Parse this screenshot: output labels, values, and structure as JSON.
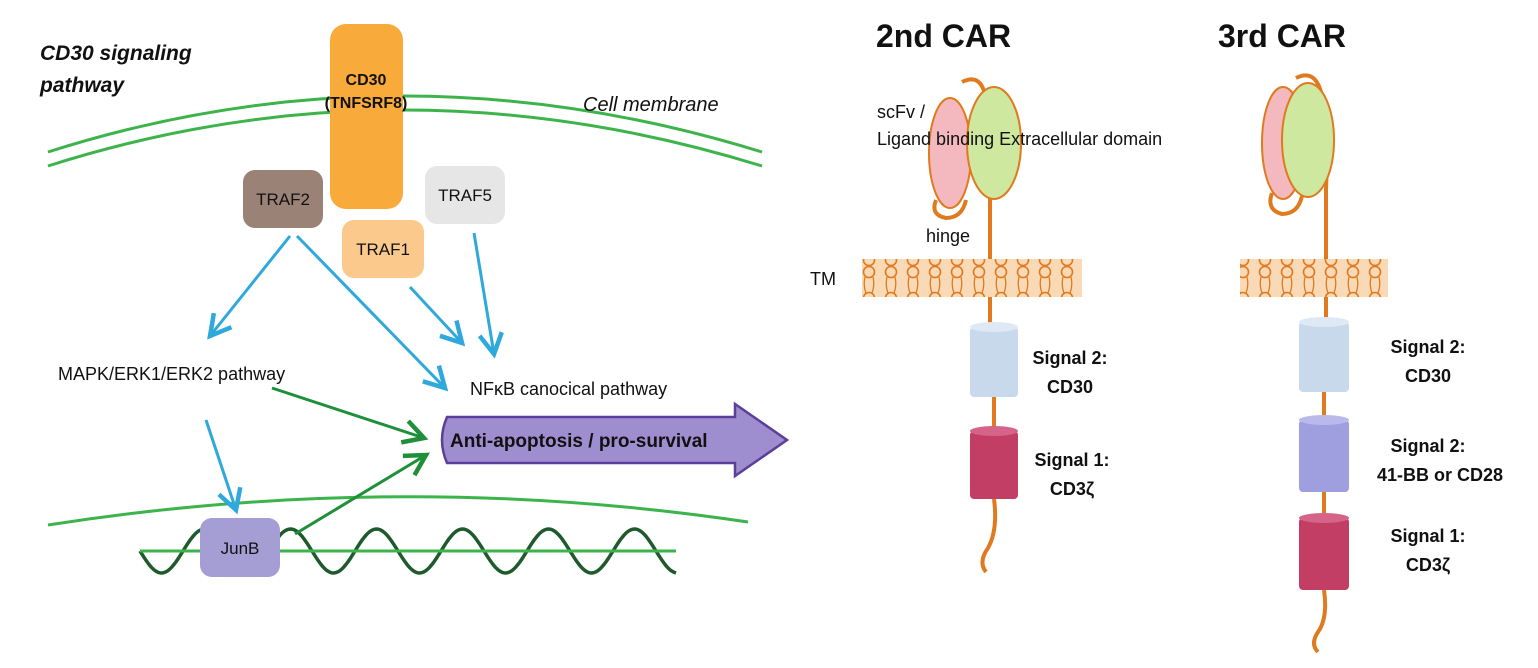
{
  "pathway": {
    "title_line1": "CD30 signaling",
    "title_line2": "pathway",
    "membrane_label": "Cell membrane",
    "receptor_line1": "CD30",
    "receptor_line2": "(TNFSRF8)",
    "traf2": "TRAF2",
    "traf5": "TRAF5",
    "traf1": "TRAF1",
    "mapk": "MAPK/ERK1/ERK2 pathway",
    "nfkb": "NFκB canocical pathway",
    "outcome": "Anti-apoptosis / pro-survival",
    "junb": "JunB",
    "colors": {
      "receptor": "#f8ab3a",
      "traf2": "#9a8276",
      "traf5": "#e6e6e6",
      "traf1": "#fbc98c",
      "junb": "#a49ed4",
      "outcome": "#9e8ed0",
      "signal_arrow": "#2fa8dc",
      "effect_arrow": "#1f8f3a",
      "membrane": "#3cb44b",
      "dna": "#1f5a2c"
    }
  },
  "car2": {
    "title": "2nd CAR",
    "scfv_line1": "scFv /",
    "scfv_line2": "Ligand binding Extracellular domain",
    "hinge": "hinge",
    "tm": "TM",
    "sig2_line1": "Signal 2:",
    "sig2_line2": "CD30",
    "sig1_line1": "Signal 1:",
    "sig1_line2": "CD3ζ"
  },
  "car3": {
    "title": "3rd CAR",
    "sig2a_line1": "Signal 2:",
    "sig2a_line2": "CD30",
    "sig2b_line1": "Signal 2:",
    "sig2b_line2": "41-BB or CD28",
    "sig1_line1": "Signal 1:",
    "sig1_line2": "CD3ζ"
  },
  "car_colors": {
    "stalk": "#e07a1f",
    "vh": "#f3b9bf",
    "vl": "#cfe8a0",
    "membrane": "#f9d9b6",
    "cd30_domain": "#c9d9ec",
    "costim_domain": "#9f9fe0",
    "cd3z_domain": "#c23e64"
  }
}
